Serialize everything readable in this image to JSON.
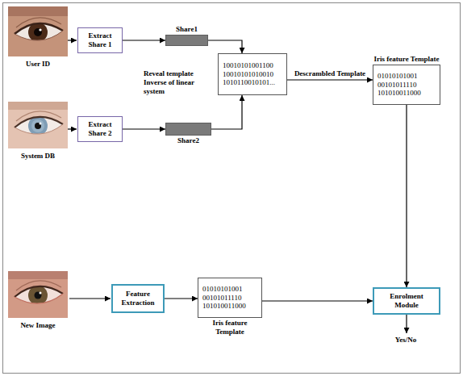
{
  "diagram": {
    "nodes": [
      {
        "text": [
          "Extract Share 1"
        ]
      },
      {
        "text": [
          "Share1"
        ]
      },
      {
        "text": [
          "10010101001100 10010101010010 1010110010101..."
        ]
      },
      {
        "text": [
          "Extract Share 2"
        ]
      },
      {
        "text": [
          "Share2"
        ]
      },
      {
        "text": [
          "Iris feature Template",
          "01010101001 00101011110 101010011000"
        ]
      },
      {
        "text": [
          "Feature Extraction"
        ]
      },
      {
        "text": [
          "01010101001 00101011110 101010011000",
          "Iris feature Template"
        ]
      },
      {
        "text": [
          "Enrolment Module"
        ]
      }
    ],
    "edges": [
      {
        "from": 0,
        "to": 1,
        "arrow": "to"
      },
      {
        "from": 1,
        "to": 2,
        "arrow": "to"
      },
      {
        "from": 3,
        "to": 4,
        "arrow": "to"
      },
      {
        "from": 4,
        "to": 2,
        "arrow": "to"
      },
      {
        "from": 2,
        "to": 5,
        "label": "Descrambled Template",
        "arrow": "to"
      },
      {
        "from": 6,
        "to": 7,
        "arrow": "to"
      },
      {
        "from": 7,
        "to": 8,
        "arrow": "to"
      },
      {
        "from": 5,
        "to": 8,
        "arrow": "to"
      }
    ],
    "labels": [
      "User ID",
      "Reveal template Inverse of linear system",
      "System DB",
      "New Image",
      "Yes/No"
    ]
  }
}
